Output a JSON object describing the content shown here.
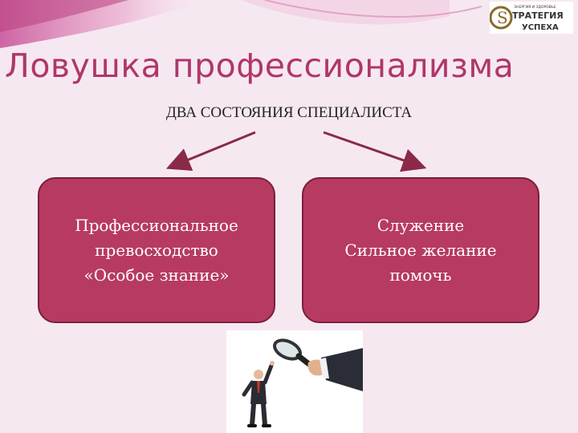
{
  "slide": {
    "title": "Ловушка профессионализма",
    "subtitle": "ДВА СОСТОЯНИЯ СПЕЦИАЛИСТА"
  },
  "logo": {
    "small_text": "ЭНЕРГИЯ И ЗДОРОВЬЕ",
    "text_top": "ТРАТЕГИЯ",
    "text_bottom": "УСПЕХА"
  },
  "boxes": [
    {
      "lines": [
        "Профессиональное",
        "превосходство",
        "«Особое знание»"
      ]
    },
    {
      "lines": [
        "Служение",
        "Сильное желание",
        "помочь"
      ]
    }
  ],
  "colors": {
    "title": "#b0366a",
    "box_fill": "#b73a61",
    "box_border": "#7a1f3d",
    "background": "#f6e8f1"
  },
  "illustration": "businessman-under-magnifying-glass"
}
